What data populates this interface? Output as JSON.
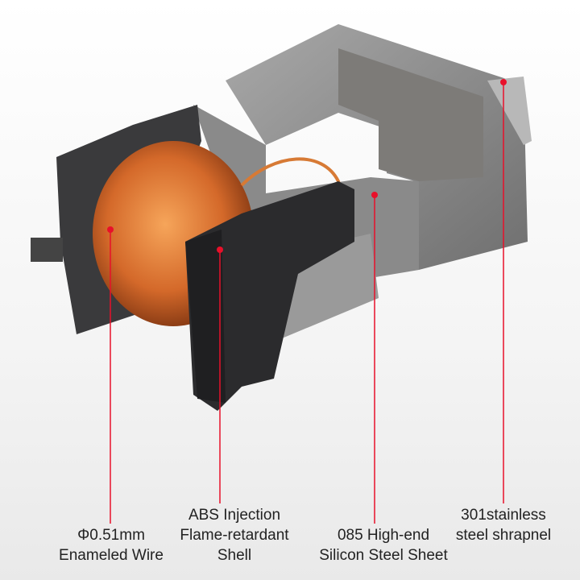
{
  "colors": {
    "leader": "#e8102a",
    "coil": "#d9702a",
    "frame": "#8e8e8e",
    "shell": "#2e2e30"
  },
  "callouts": [
    {
      "line1": "Φ0.51mm",
      "line2": "Enameled Wire",
      "line3": ""
    },
    {
      "line1": "ABS Injection",
      "line2": "Flame-retardant",
      "line3": "Shell"
    },
    {
      "line1": "085 High-end",
      "line2": "Silicon Steel Sheet",
      "line3": ""
    },
    {
      "line1": "301stainless",
      "line2": "steel shrapnel",
      "line3": ""
    }
  ]
}
